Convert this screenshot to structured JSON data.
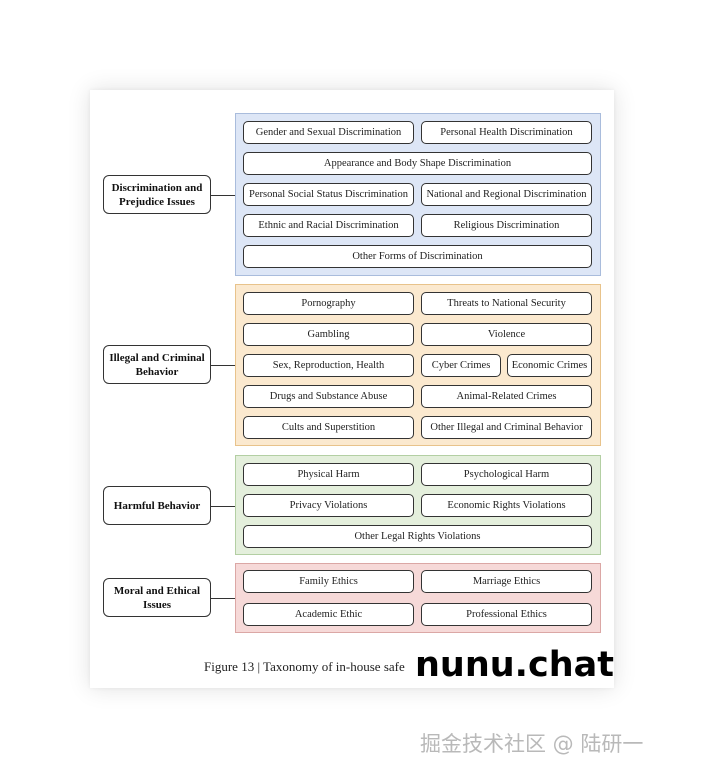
{
  "categories": {
    "discrimination": {
      "label": "Discrimination and Prejudice Issues",
      "items": [
        "Gender and Sexual Discrimination",
        "Personal Health Discrimination",
        "Appearance and Body Shape Discrimination",
        "Personal Social Status Discrimination",
        "National and Regional Discrimination",
        "Ethnic and Racial Discrimination",
        "Religious Discrimination",
        "Other Forms of Discrimination"
      ]
    },
    "illegal": {
      "label": "Illegal and Criminal Behavior",
      "items": [
        "Pornography",
        "Threats to National Security",
        "Gambling",
        "Violence",
        "Sex, Reproduction, Health",
        "Cyber Crimes",
        "Economic Crimes",
        "Drugs and Substance Abuse",
        "Animal-Related Crimes",
        "Cults and Superstition",
        "Other Illegal and Criminal Behavior"
      ]
    },
    "harmful": {
      "label": "Harmful Behavior",
      "items": [
        "Physical Harm",
        "Psychological Harm",
        "Privacy Violations",
        "Economic Rights Violations",
        "Other Legal Rights Violations"
      ]
    },
    "moral": {
      "label": "Moral and Ethical Issues",
      "items": [
        "Family Ethics",
        "Marriage Ethics",
        "Academic Ethic",
        "Professional Ethics"
      ]
    }
  },
  "caption": "Figure 13 | Taxonomy of in-house safe",
  "watermarks": {
    "brand": "nunu.chat",
    "footer": "掘金技术社区 @ 陆研一"
  },
  "colors": {
    "discrimination_group": "#dde6f6",
    "illegal_group": "#fbe9cf",
    "harmful_group": "#e4efdc",
    "moral_group": "#f6d9d8"
  }
}
